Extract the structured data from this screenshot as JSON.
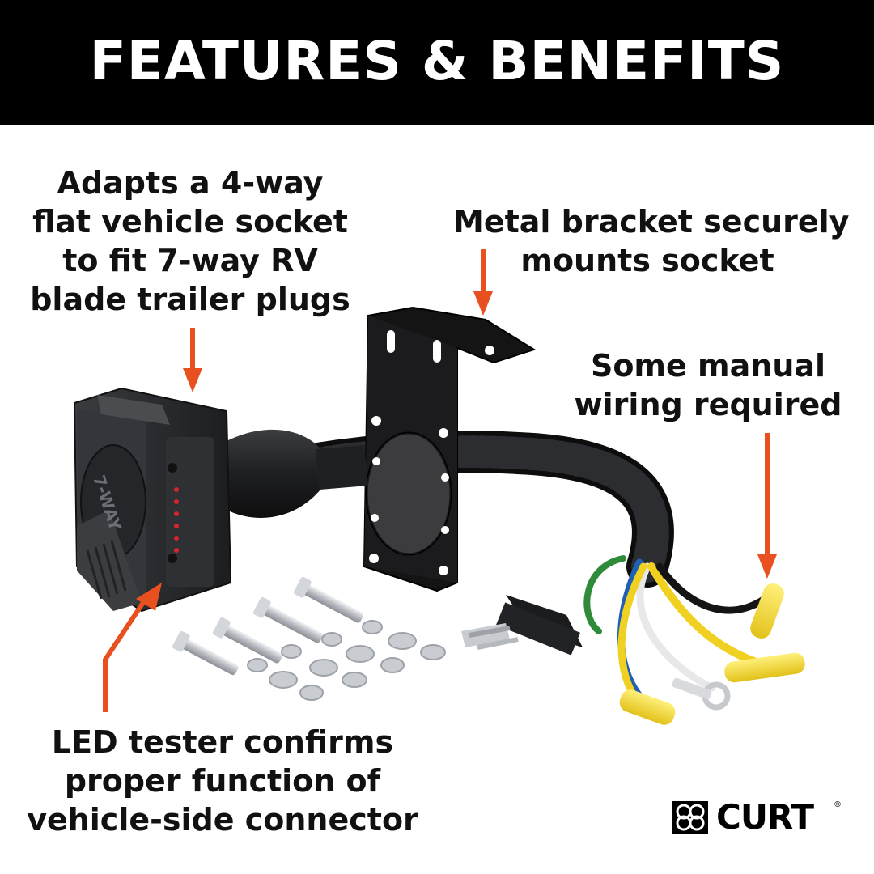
{
  "header": {
    "title": "FEATURES & BENEFITS"
  },
  "callouts": {
    "adapts": [
      "Adapts a 4-way",
      "flat vehicle socket",
      "to fit 7-way RV",
      "blade trailer plugs"
    ],
    "bracket": [
      "Metal bracket securely",
      "mounts socket"
    ],
    "wiring": [
      "Some manual",
      "wiring required"
    ],
    "led": [
      "LED tester confirms",
      "proper function of",
      "vehicle-side connector"
    ]
  },
  "socket_label": "7-WAY",
  "brand": {
    "name": "CURT",
    "mark": "®"
  },
  "colors": {
    "arrow": "#e8501f",
    "header_bg": "#000000",
    "socket": "#2b2d30",
    "led": "#d8252a",
    "wire_yellow": "#f0d020",
    "wire_blue": "#1f5fb5",
    "wire_white": "#e8e8e8",
    "wire_green": "#2f8a3a",
    "wire_black": "#141414"
  }
}
